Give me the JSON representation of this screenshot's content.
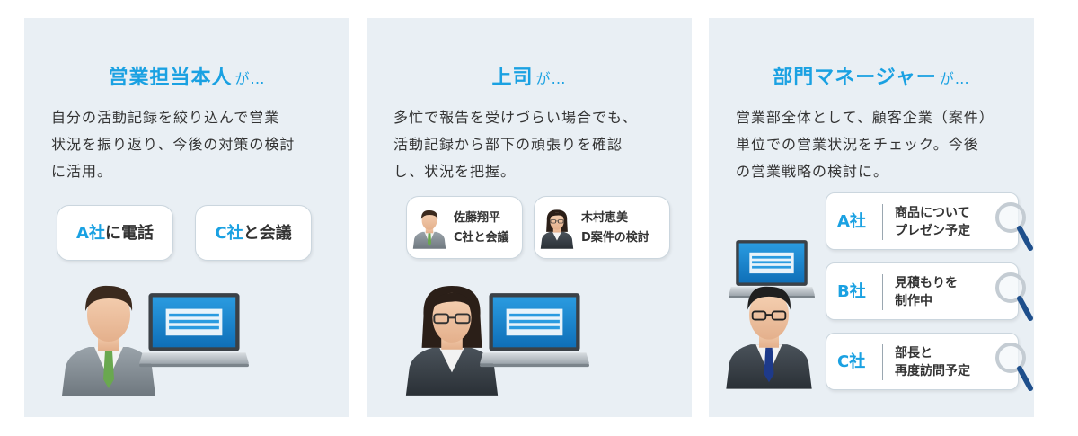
{
  "panels": [
    {
      "title": "営業担当本人",
      "title_suffix": "が…",
      "description": [
        "自分の活動記録を絞り込んで営業",
        "状況を振り返り、今後の対策の検討",
        "に活用。"
      ],
      "bubbles": [
        {
          "company": "A社",
          "text": "に電話"
        },
        {
          "company": "C社",
          "text": "と会議"
        }
      ]
    },
    {
      "title": "上司",
      "title_suffix": "が…",
      "description": [
        "多忙で報告を受けづらい場合でも、",
        "活動記録から部下の頑張りを確認",
        "し、状況を把握。"
      ],
      "bubbles": [
        {
          "name": "佐藤翔平",
          "task": "C社と会議"
        },
        {
          "name": "木村恵美",
          "task": "D案件の検討"
        }
      ]
    },
    {
      "title": "部門マネージャー",
      "title_suffix": "が…",
      "description": [
        "営業部全体として、顧客企業（案件）",
        "単位での営業状況をチェック。今後",
        "の営業戦略の検討に。"
      ],
      "tasks": [
        {
          "company": "A社",
          "line1": "商品について",
          "line2": "プレゼン予定"
        },
        {
          "company": "B社",
          "line1": "見積もりを",
          "line2": "制作中"
        },
        {
          "company": "C社",
          "line1": "部長と",
          "line2": "再度訪問予定"
        }
      ]
    }
  ],
  "colors": {
    "accent": "#1aa1e2",
    "panel_bg": "#e9eff4",
    "text": "#333333"
  },
  "icons": [
    "businessman-icon",
    "laptop-icon",
    "businesswoman-icon",
    "magnifier-icon"
  ]
}
